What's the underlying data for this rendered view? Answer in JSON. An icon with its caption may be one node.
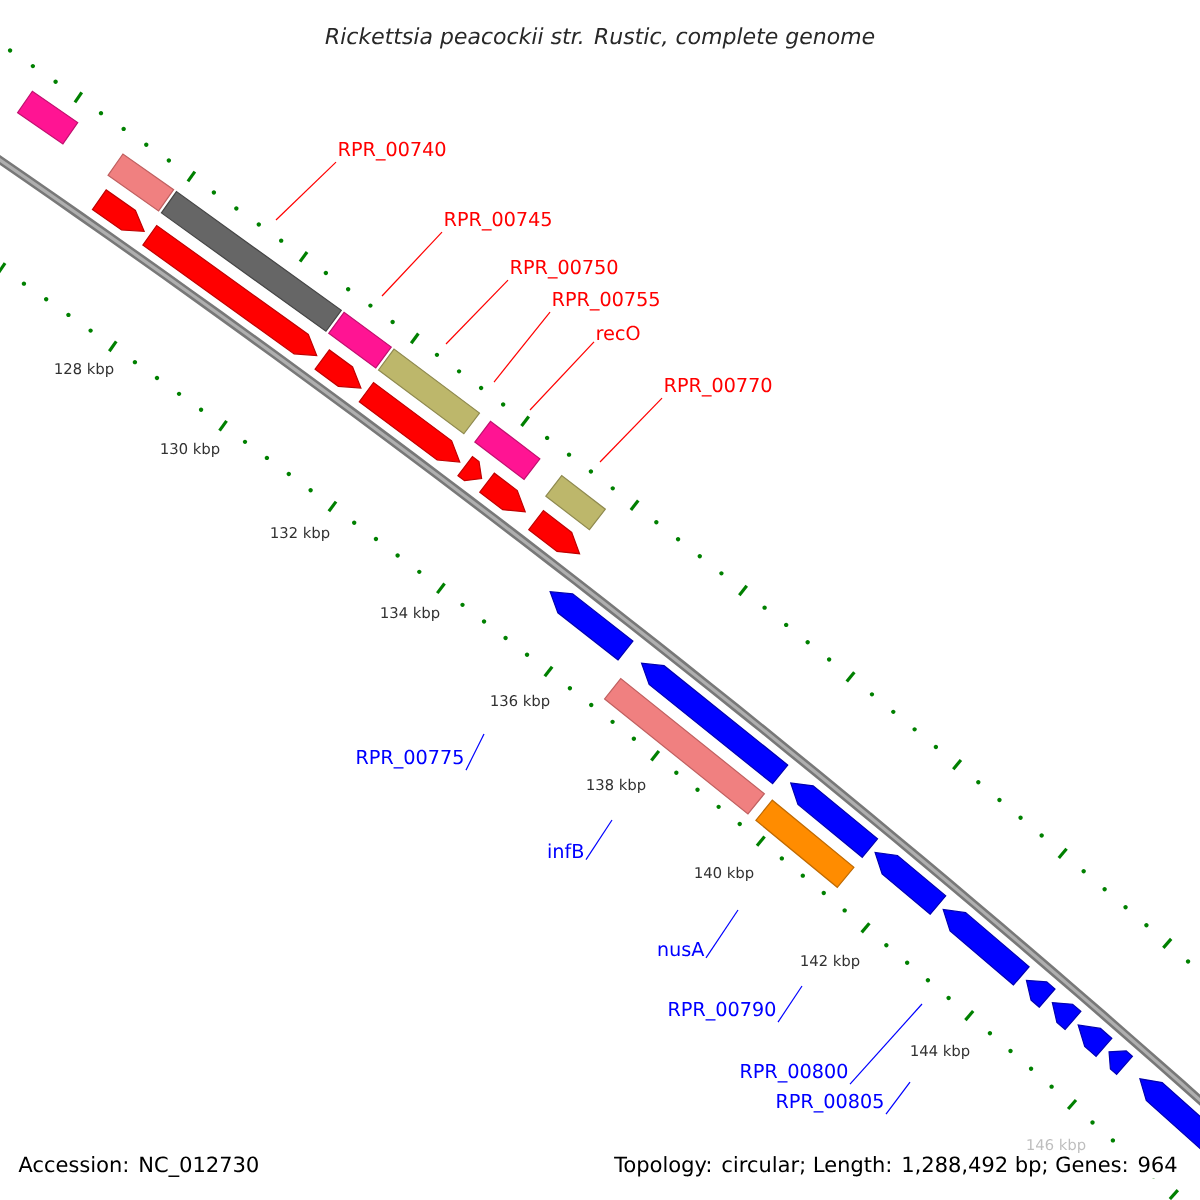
{
  "diagram": {
    "title": "Rickettsia peacockii str. Rustic, complete genome",
    "nodes": [
      {
        "text": [
          "RPR_00740"
        ]
      },
      {
        "text": [
          "RPR_00745"
        ]
      },
      {
        "text": [
          "RPR_00750"
        ]
      },
      {
        "text": [
          "RPR_00755"
        ]
      },
      {
        "text": [
          "recO"
        ]
      },
      {
        "text": [
          "RPR_00770"
        ]
      },
      {
        "text": [
          "RPR_00775"
        ]
      },
      {
        "text": [
          "infB"
        ]
      },
      {
        "text": [
          "nusA"
        ]
      },
      {
        "text": [
          "RPR_00790"
        ]
      },
      {
        "text": [
          "RPR_00800"
        ]
      },
      {
        "text": [
          "RPR_00805"
        ]
      }
    ],
    "edges": [
      {
        "from": 0,
        "to": null,
        "arrow": "none",
        "color": "#ff0000"
      },
      {
        "from": 1,
        "to": null,
        "arrow": "none",
        "color": "#ff0000"
      },
      {
        "from": 2,
        "to": null,
        "arrow": "none",
        "color": "#ff0000"
      },
      {
        "from": 3,
        "to": null,
        "arrow": "none",
        "color": "#ff0000"
      },
      {
        "from": 4,
        "to": null,
        "arrow": "none",
        "color": "#ff0000"
      },
      {
        "from": 5,
        "to": null,
        "arrow": "none",
        "color": "#ff0000"
      },
      {
        "from": 6,
        "to": null,
        "arrow": "none",
        "color": "#0000ff"
      },
      {
        "from": 7,
        "to": null,
        "arrow": "none",
        "color": "#0000ff"
      },
      {
        "from": 8,
        "to": null,
        "arrow": "none",
        "color": "#0000ff"
      },
      {
        "from": 9,
        "to": null,
        "arrow": "none",
        "color": "#0000ff"
      },
      {
        "from": 10,
        "to": null,
        "arrow": "none",
        "color": "#0000ff"
      },
      {
        "from": 11,
        "to": null,
        "arrow": "none",
        "color": "#0000ff"
      }
    ],
    "labels": [
      "128 kbp",
      "130 kbp",
      "132 kbp",
      "134 kbp",
      "136 kbp",
      "138 kbp",
      "140 kbp",
      "142 kbp",
      "144 kbp",
      "146 kbp",
      "Accession: NC_012730",
      "Topology: circular; Length: 1,288,492 bp; Genes: 964"
    ]
  }
}
